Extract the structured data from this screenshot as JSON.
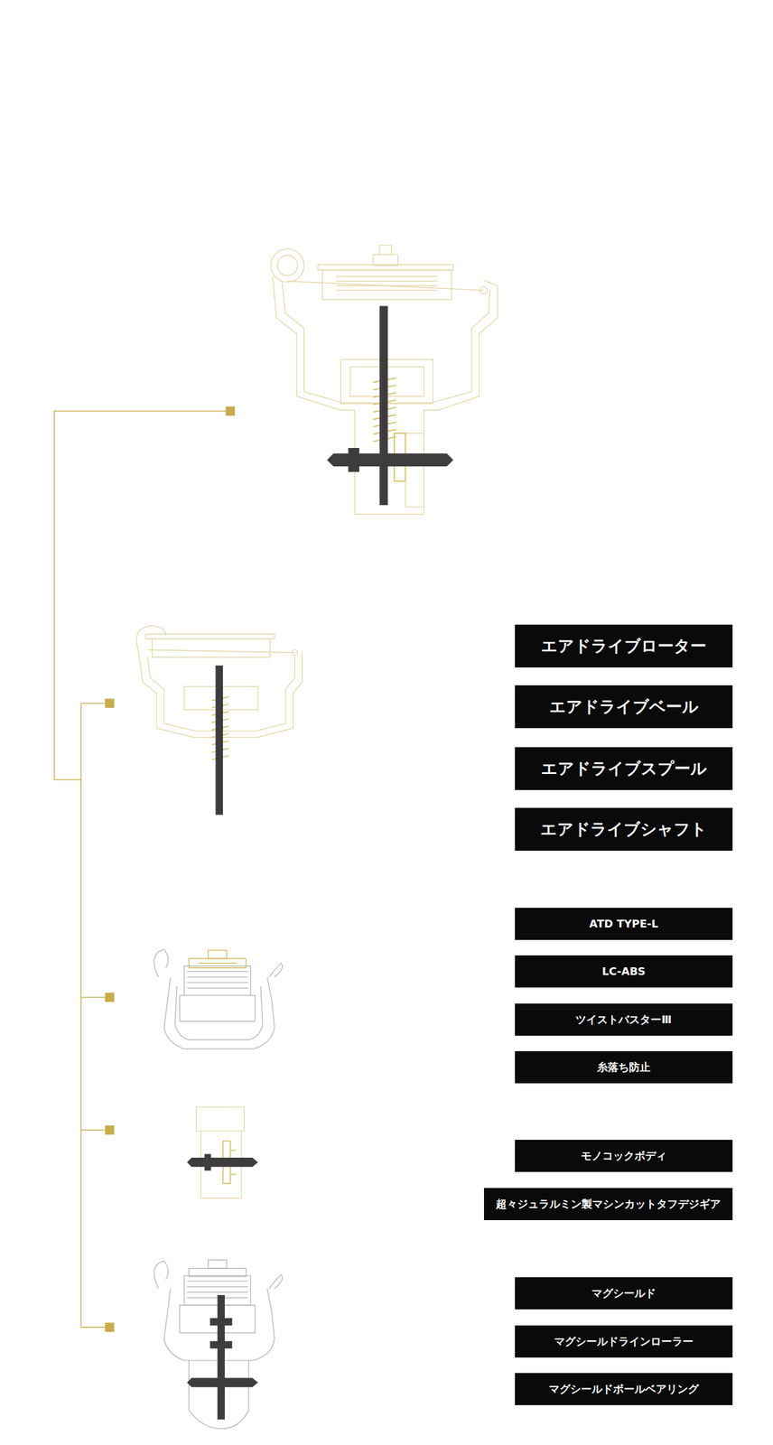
{
  "diagram": {
    "nodes": [
      {
        "text": [
          "エアドライブローター"
        ]
      },
      {
        "text": [
          "エアドライブベール"
        ]
      },
      {
        "text": [
          "エアドライブスプール"
        ]
      },
      {
        "text": [
          "エアドライブシャフト"
        ]
      },
      {
        "text": [
          "ATD TYPE-L"
        ]
      },
      {
        "text": [
          "LC-ABS"
        ]
      },
      {
        "text": [
          "ツイストバスターⅢ"
        ]
      },
      {
        "text": [
          "糸落ち防止"
        ]
      },
      {
        "text": [
          "モノコックボディ"
        ]
      },
      {
        "text": [
          "超々ジュラルミン製マシンカットタフデジギア"
        ]
      },
      {
        "text": [
          "マグシールド"
        ]
      },
      {
        "text": [
          "マグシールドラインローラー"
        ]
      },
      {
        "text": [
          "マグシールドボールベアリング"
        ]
      }
    ],
    "edges": []
  }
}
